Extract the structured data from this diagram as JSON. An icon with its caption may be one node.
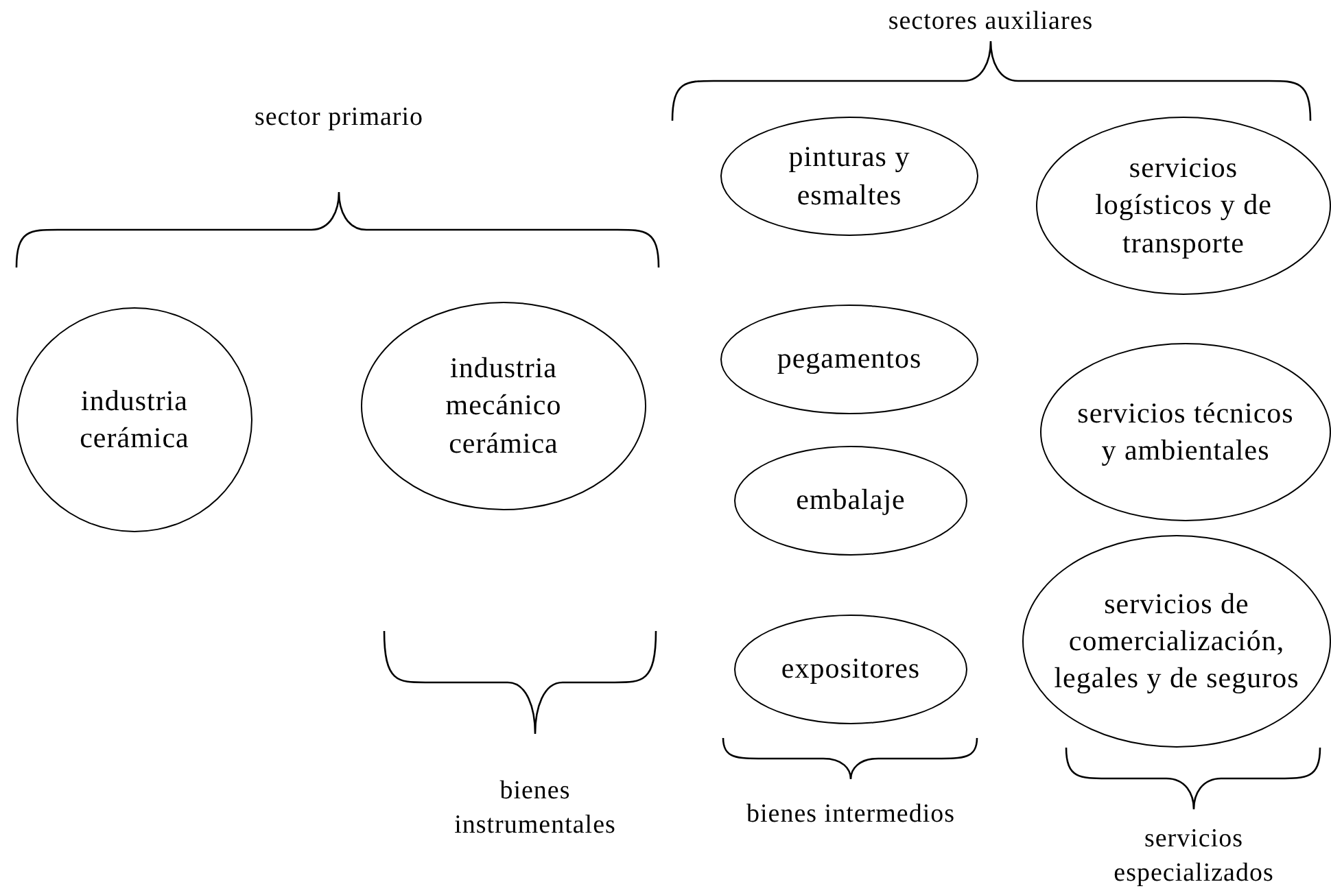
{
  "diagram": {
    "nodes": [
      {
        "text": [
          "industria cerámica"
        ]
      },
      {
        "text": [
          "industria mecánico cerámica"
        ]
      },
      {
        "text": [
          "pinturas y esmaltes"
        ]
      },
      {
        "text": [
          "pegamentos"
        ]
      },
      {
        "text": [
          "embalaje"
        ]
      },
      {
        "text": [
          "expositores"
        ]
      },
      {
        "text": [
          "servicios logísticos y de transporte"
        ]
      },
      {
        "text": [
          "servicios técnicos y ambientales"
        ]
      },
      {
        "text": [
          "servicios de comercialización, legales y de seguros"
        ]
      }
    ],
    "labels": [
      "sectores auxiliares",
      "sector primario",
      "bienes instrumentales",
      "bienes intermedios",
      "servicios especializados"
    ]
  }
}
